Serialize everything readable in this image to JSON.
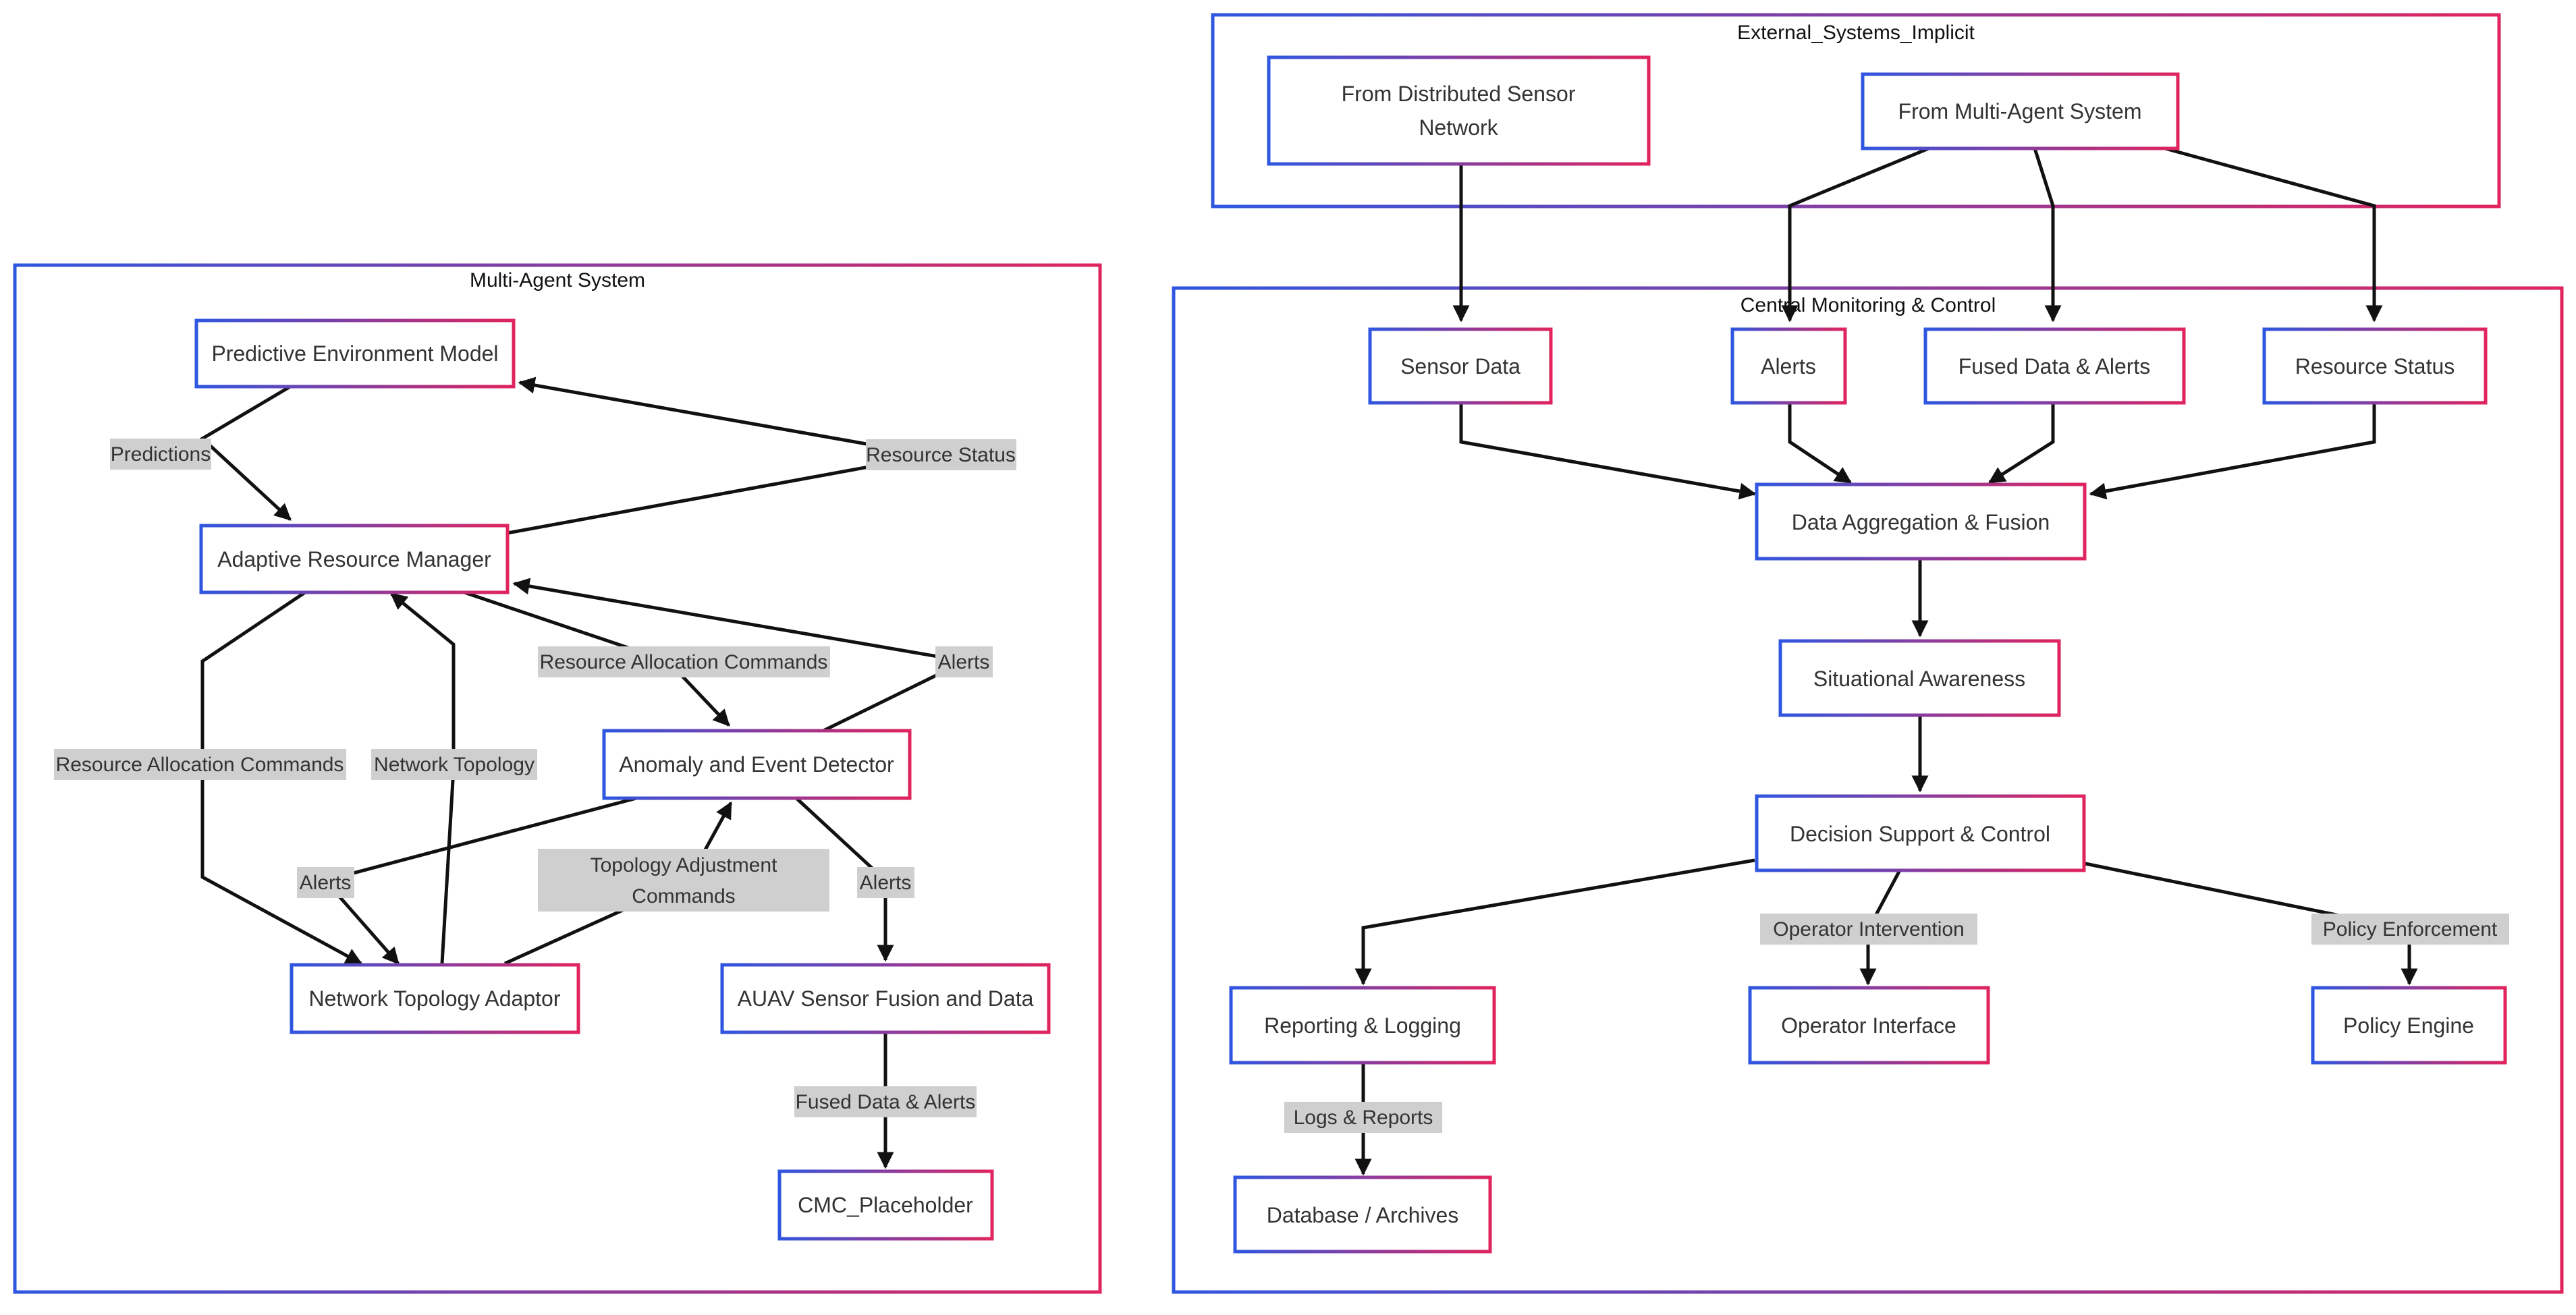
{
  "colors": {
    "border_start": "#2f56e0",
    "border_end": "#e0245e",
    "label_bg": "#cfcfcf",
    "edge": "#111111"
  },
  "clusters": {
    "mas": "Multi-Agent System",
    "ext": "External_Systems_Implicit",
    "cmc": "Central Monitoring & Control"
  },
  "nodes": {
    "pem": [
      "Predictive Environment Model"
    ],
    "arm": [
      "Adaptive Resource Manager"
    ],
    "aed": [
      "Anomaly and Event Detector"
    ],
    "nta": [
      "Network Topology Adaptor"
    ],
    "auav": [
      "AUAV Sensor Fusion and Data"
    ],
    "cmcp": [
      "CMC_Placeholder"
    ],
    "fdsn": [
      "From Distributed Sensor",
      "Network"
    ],
    "fmas": [
      "From Multi-Agent System"
    ],
    "sd": [
      "Sensor Data"
    ],
    "al": [
      "Alerts"
    ],
    "fda": [
      "Fused Data & Alerts"
    ],
    "rs": [
      "Resource Status"
    ],
    "daf": [
      "Data Aggregation & Fusion"
    ],
    "sa": [
      "Situational Awareness"
    ],
    "dsc": [
      "Decision Support & Control"
    ],
    "rl": [
      "Reporting & Logging"
    ],
    "oi": [
      "Operator Interface"
    ],
    "pe": [
      "Policy Engine"
    ],
    "db": [
      "Database / Archives"
    ]
  },
  "edge_labels": {
    "predictions": [
      "Predictions"
    ],
    "resource_status": [
      "Resource Status"
    ],
    "rac_left": [
      "Resource Allocation Commands"
    ],
    "network_topology": [
      "Network Topology"
    ],
    "rac_right": [
      "Resource Allocation Commands"
    ],
    "alerts_top": [
      "Alerts"
    ],
    "alerts_left": [
      "Alerts"
    ],
    "topology_adjustment": [
      "Topology Adjustment",
      "Commands"
    ],
    "alerts_right": [
      "Alerts"
    ],
    "fused_data_alerts": [
      "Fused Data & Alerts"
    ],
    "operator_intervention": [
      "Operator Intervention"
    ],
    "policy_enforcement": [
      "Policy Enforcement"
    ],
    "logs_reports": [
      "Logs & Reports"
    ]
  }
}
